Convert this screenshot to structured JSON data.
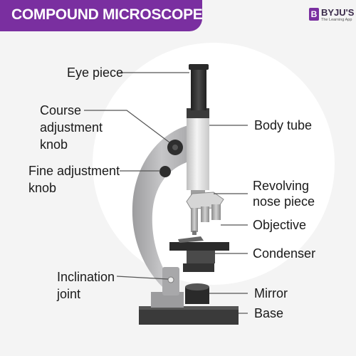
{
  "title": "COMPOUND MICROSCOPE",
  "logo": {
    "name": "BYJU'S",
    "tagline": "The Learning App",
    "mark": "B"
  },
  "labels": {
    "eye_piece": "Eye piece",
    "course_adjustment_1": "Course",
    "course_adjustment_2": "adjustment",
    "course_adjustment_3": "knob",
    "fine_adjustment_1": "Fine adjustment",
    "fine_adjustment_2": "knob",
    "inclination_1": "Inclination",
    "inclination_2": "joint",
    "body_tube": "Body tube",
    "revolving_1": "Revolving",
    "revolving_2": "nose piece",
    "objective": "Objective",
    "condenser": "Condenser",
    "mirror": "Mirror",
    "base": "Base"
  },
  "colors": {
    "accent": "#7a2fa0",
    "arm": "#b9b9bb",
    "dark": "#2b2b2b",
    "tube": "#dcdcdc"
  }
}
